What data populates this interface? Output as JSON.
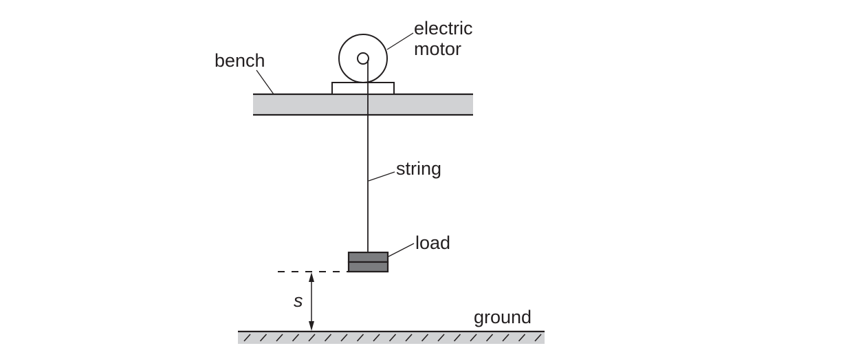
{
  "diagram": {
    "type": "physics-apparatus",
    "labels": {
      "electric_motor_line1": "electric",
      "electric_motor_line2": "motor",
      "bench": "bench",
      "string": "string",
      "load": "load",
      "distance": "s",
      "ground": "ground"
    },
    "colors": {
      "line": "#231f20",
      "bench_fill": "#d1d2d4",
      "ground_fill": "#d1d2d4",
      "load_fill": "#7b7c7f",
      "background": "#ffffff"
    }
  }
}
